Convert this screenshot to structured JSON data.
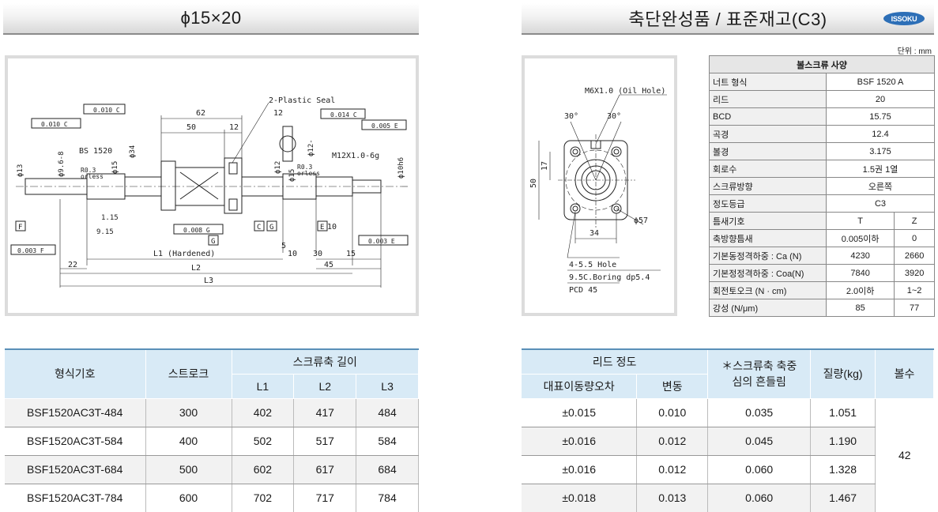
{
  "left_header": {
    "title": "ϕ15×20"
  },
  "right_header": {
    "title": "축단완성품 / 표준재고(C3)",
    "logo": "ISSOKU"
  },
  "unit_label": "단위 : mm",
  "drawing": {
    "labels": {
      "plastic_seal": "2-Plastic Seal",
      "bs": "BS 1520",
      "m12": "M12X1.0-6g",
      "r03a": "R0.3",
      "orless_a": "orless",
      "r03b": "R0.3",
      "orless_b": "orless",
      "d62": "62",
      "d50": "50",
      "d12": "12",
      "d12s": "12",
      "d22": "22",
      "d30": "30",
      "d45": "45",
      "d15": "15",
      "d10": "10",
      "d5": "5",
      "d10b": "10",
      "l1": "L1 (Hardened)",
      "l2": "L2",
      "l3": "L3",
      "phi13": "ϕ13",
      "phi96": "ϕ9.6-8",
      "phi15a": "ϕ15",
      "phi34": "ϕ34",
      "phi12": "ϕ12",
      "phi15b": "ϕ15",
      "phi12b": "ϕ12-",
      "phi10": "ϕ10h6",
      "tol1": "0.010 C",
      "tol2": "0.010 C",
      "tol3": "0.014 C",
      "tol4": "0.005 E",
      "tol5": "0.003 F",
      "tol6": "0.008 G",
      "tol7": "0.003 E",
      "dim115": "1.15",
      "dim915": "9.15",
      "ref_f": "F",
      "ref_g": "G",
      "ref_c": "C",
      "ref_g2": "G",
      "ref_e": "E"
    }
  },
  "flange": {
    "labels": {
      "oil_hole": "M6X1.0 (Oil Hole)",
      "ang1": "30°",
      "ang2": "30°",
      "d50": "50",
      "d17": "17",
      "d34": "34",
      "phi57": "ϕ57",
      "hole": "4-5.5 Hole",
      "boring": "9.5C.Boring dp5.4",
      "pcd": "PCD 45"
    }
  },
  "spec": {
    "title": "볼스크류 사양",
    "rows": [
      {
        "label": "너트 형식",
        "value": "BSF 1520 A"
      },
      {
        "label": "리드",
        "value": "20"
      },
      {
        "label": "BCD",
        "value": "15.75"
      },
      {
        "label": "곡경",
        "value": "12.4"
      },
      {
        "label": "볼경",
        "value": "3.175"
      },
      {
        "label": "회로수",
        "value": "1.5권 1열"
      },
      {
        "label": "스크류방향",
        "value": "오른쪽"
      },
      {
        "label": "정도등급",
        "value": "C3"
      }
    ],
    "split_rows": [
      {
        "label": "틈새기호",
        "v1": "T",
        "v2": "Z"
      },
      {
        "label": "축방향틈새",
        "v1": "0.005이하",
        "v2": "0"
      },
      {
        "label": "기본동정격하중 : Ca (N)",
        "v1": "4230",
        "v2": "2660"
      },
      {
        "label": "기본정정격하중 : Coa(N)",
        "v1": "7840",
        "v2": "3920"
      },
      {
        "label": "회전토오크 (N · cm)",
        "v1": "2.0이하",
        "v2": "1~2"
      },
      {
        "label": "강성 (N/μm)",
        "v1": "85",
        "v2": "77"
      }
    ]
  },
  "table1": {
    "headers": {
      "model": "형식기호",
      "stroke": "스트로크",
      "length": "스크류축 길이",
      "l1": "L1",
      "l2": "L2",
      "l3": "L3"
    },
    "rows": [
      [
        "BSF1520AC3T-484",
        "300",
        "402",
        "417",
        "484"
      ],
      [
        "BSF1520AC3T-584",
        "400",
        "502",
        "517",
        "584"
      ],
      [
        "BSF1520AC3T-684",
        "500",
        "602",
        "617",
        "684"
      ],
      [
        "BSF1520AC3T-784",
        "600",
        "702",
        "717",
        "784"
      ]
    ]
  },
  "table2": {
    "headers": {
      "lead": "리드 정도",
      "rep": "대표이동량오차",
      "var": "변동",
      "runout": "＊스크류축 축중심의 흔들림",
      "mass": "질량(kg)",
      "balls": "볼수"
    },
    "rows": [
      [
        "±0.015",
        "0.010",
        "0.035",
        "1.051"
      ],
      [
        "±0.016",
        "0.012",
        "0.045",
        "1.190"
      ],
      [
        "±0.016",
        "0.012",
        "0.060",
        "1.328"
      ],
      [
        "±0.018",
        "0.013",
        "0.060",
        "1.467"
      ]
    ],
    "balls_value": "42"
  }
}
